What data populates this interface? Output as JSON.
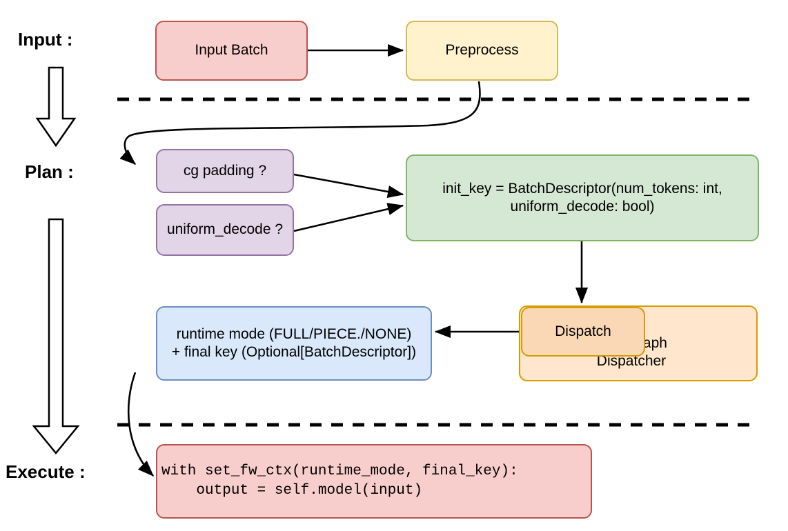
{
  "diagram": {
    "title_present": false,
    "stages": [
      {
        "id": "input",
        "label": "Input :"
      },
      {
        "id": "plan",
        "label": "Plan :"
      },
      {
        "id": "execute",
        "label": "Execute :"
      }
    ],
    "nodes": {
      "input_batch": {
        "label": "Input Batch",
        "fill": "#f8cecc",
        "stroke": "#b85450"
      },
      "preprocess": {
        "label": "Preprocess",
        "fill": "#fff2cc",
        "stroke": "#d6b656"
      },
      "cg_padding": {
        "label": "cg padding ?",
        "fill": "#e1d5e7",
        "stroke": "#9673a6"
      },
      "uniform_decode": {
        "label": "uniform_decode ?",
        "fill": "#e1d5e7",
        "stroke": "#9673a6"
      },
      "init_key": {
        "line1": "init_key = BatchDescriptor(num_tokens: int,",
        "line2": "uniform_decode: bool)",
        "fill": "#d5e8d4",
        "stroke": "#82b366"
      },
      "cudagraph_dispatcher": {
        "line1": "Cudagraph",
        "line2": "Dispatcher",
        "fill": "#ffe6cc",
        "stroke": "#d79b00"
      },
      "dispatch": {
        "label": "Dispatch",
        "fill": "#fad7b5",
        "stroke": "#d79b00"
      },
      "runtime_mode": {
        "line1": "runtime mode (FULL/PIECE./NONE)",
        "line2": "+ final key (Optional[BatchDescriptor])",
        "fill": "#dae8fc",
        "stroke": "#6c8ebf"
      },
      "execute_code": {
        "line1": "with set_fw_ctx(runtime_mode, final_key):",
        "line2": "    output = self.model(input)",
        "fill": "#f8cecc",
        "stroke": "#b85450"
      }
    },
    "separators": [
      {
        "id": "input-plan-divider",
        "style": "dashed",
        "color": "#000000"
      },
      {
        "id": "plan-execute-divider",
        "style": "dashed",
        "color": "#000000"
      }
    ],
    "flow_arrows": [
      {
        "id": "batch-to-preprocess",
        "from": "input_batch",
        "to": "preprocess"
      },
      {
        "id": "preprocess-to-cgpadding",
        "from": "preprocess",
        "to": "cg_padding"
      },
      {
        "id": "cgpadding-to-initkey",
        "from": "cg_padding",
        "to": "init_key"
      },
      {
        "id": "uniformdecode-to-initkey",
        "from": "uniform_decode",
        "to": "init_key"
      },
      {
        "id": "initkey-to-dispatch",
        "from": "init_key",
        "to": "dispatch"
      },
      {
        "id": "dispatch-to-runtimemode",
        "from": "dispatch",
        "to": "runtime_mode"
      },
      {
        "id": "runtimemode-to-code",
        "from": "runtime_mode",
        "to": "execute_code"
      }
    ],
    "stage_arrows": [
      {
        "id": "input-to-plan-arrow",
        "direction": "down"
      },
      {
        "id": "plan-to-execute-arrow",
        "direction": "down"
      }
    ]
  }
}
